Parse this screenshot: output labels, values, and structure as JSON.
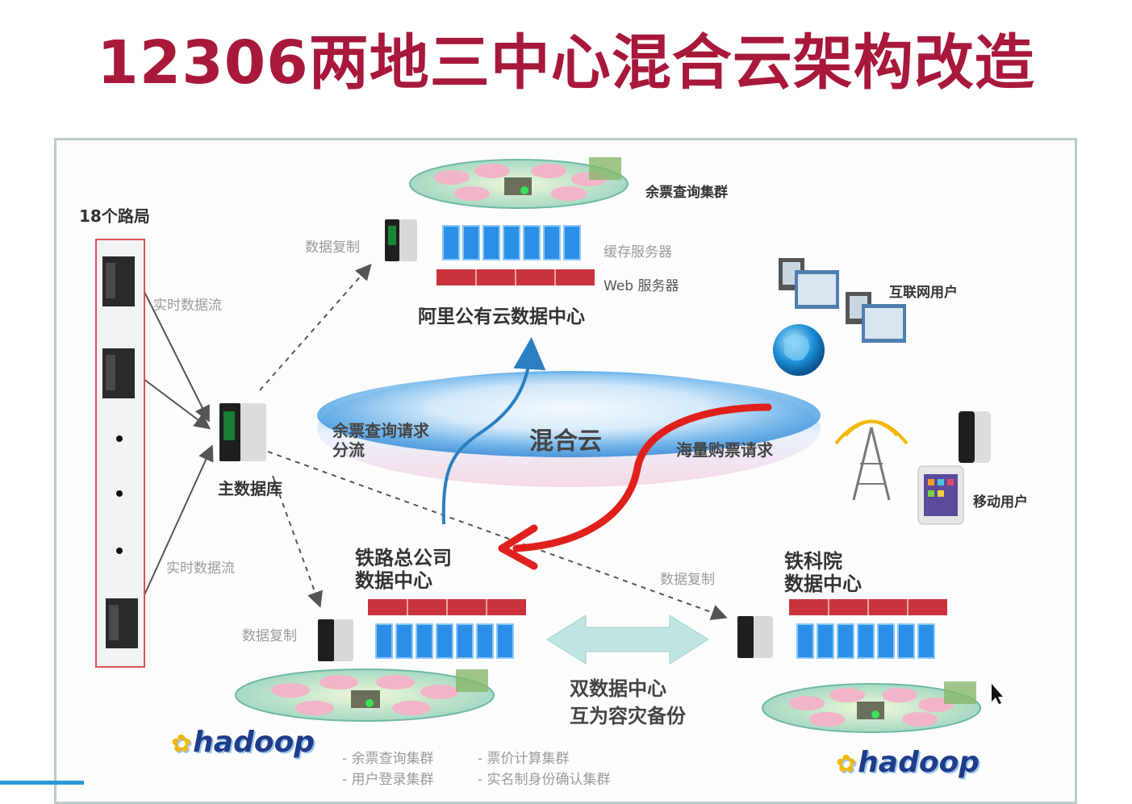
{
  "title": "12306两地三中心混合云架构改造",
  "labels": {
    "bureaus": "18个路局",
    "realtime_top": "实时数据流",
    "realtime_bottom": "实时数据流",
    "main_db": "主数据库",
    "data_copy_top": "数据复制",
    "data_copy_left": "数据复制",
    "data_copy_right": "数据复制",
    "ticket_cluster": "余票查询集群",
    "cache_server": "缓存服务器",
    "web_server": "Web 服务器",
    "ali_dc": "阿里公有云数据中心",
    "internet_users": "互联网用户",
    "mobile_users": "移动用户",
    "hybrid_cloud": "混合云",
    "query_split_1": "余票查询请求",
    "query_split_2": "分流",
    "purchase": "海量购票请求",
    "railway_dc_1": "铁路总公司",
    "railway_dc_2": "数据中心",
    "academy_dc_1": "铁科院",
    "academy_dc_2": "数据中心",
    "dual_dc_1": "双数据中心",
    "dual_dc_2": "互为容灾备份",
    "hadoop_left": "hadoop",
    "hadoop_right": "hadoop",
    "cluster_list": [
      "- 余票查询集群",
      "- 票价计算集群",
      "- 用户登录集群",
      "- 实名制身份确认集群"
    ]
  },
  "colors": {
    "title": "#a8183a",
    "server_blue": "#2b8fe8",
    "web_red": "#c9343b",
    "cloud_blue": "#5aa9e6",
    "red_arrow": "#e0201c",
    "blue_arrow": "#2a7fc1",
    "dual_arrow": "#bfe6e2"
  }
}
